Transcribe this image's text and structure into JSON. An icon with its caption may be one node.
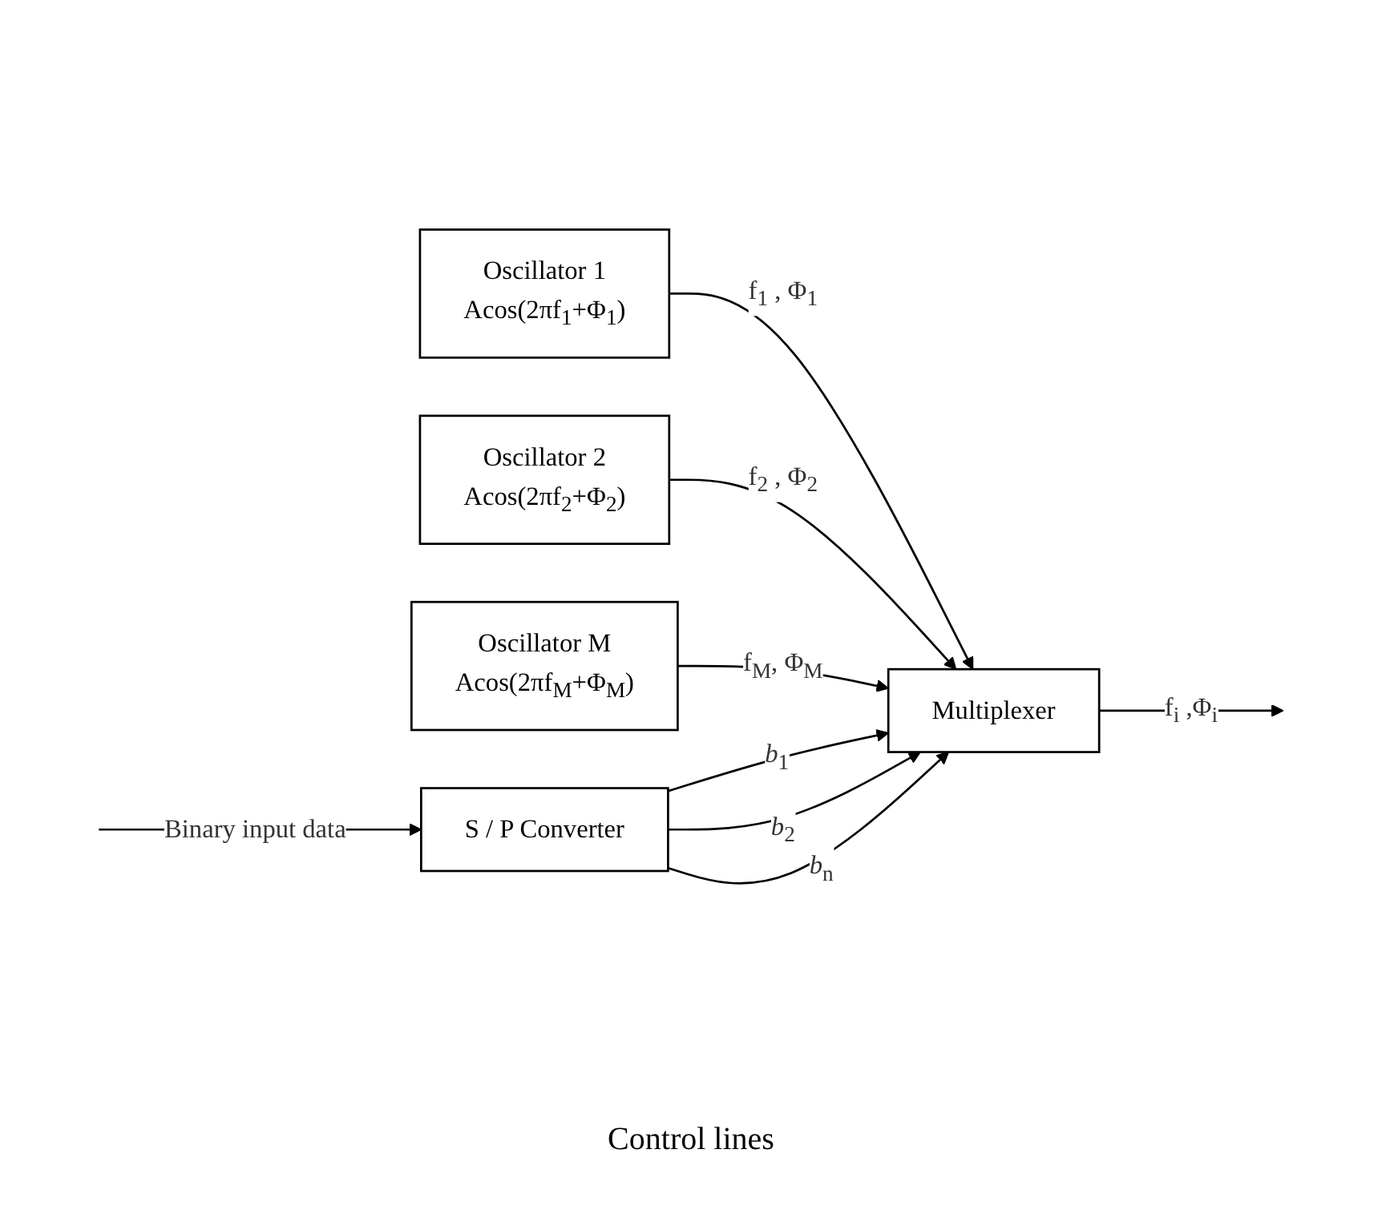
{
  "diagram": {
    "nodes": [
      {
        "text": [
          "Oscillator 1",
          "Acos(2πf$_{1}$+Φ$_{1}$)"
        ]
      },
      {
        "text": [
          "Oscillator 2",
          "Acos(2πf$_{2}$+Φ$_{2}$)"
        ]
      },
      {
        "text": [
          "Oscillator M",
          "Acos(2πf$_{M}$+Φ$_{M}$)"
        ]
      },
      {
        "text": [
          "Multiplexer"
        ]
      },
      {
        "text": [
          "S / P Converter"
        ]
      }
    ],
    "edges": [
      {
        "from": 0,
        "to": 3,
        "arrow": "to",
        "label": "f$_{1}$ , Φ$_{1}$"
      },
      {
        "from": 1,
        "to": 3,
        "arrow": "to",
        "label": "f$_{2}$ , Φ$_{2}$"
      },
      {
        "from": 2,
        "to": 3,
        "arrow": "to",
        "label": "f$_{M}$, Φ$_{M}$"
      },
      {
        "from": 3,
        "to": null,
        "arrow": "to",
        "label": "f$_{i}$ ,Φ$_{i}$"
      },
      {
        "from": 4,
        "to": 3,
        "arrow": "to",
        "label": "*b*$_{1}$"
      },
      {
        "from": 4,
        "to": 3,
        "arrow": "to",
        "label": "*b*$_{2}$"
      },
      {
        "from": 4,
        "to": 3,
        "arrow": "to",
        "label": "*b*$_{n}$"
      },
      {
        "from": null,
        "to": 4,
        "arrow": "to",
        "label": "Binary input data"
      }
    ],
    "labels": [
      "Control lines"
    ]
  }
}
